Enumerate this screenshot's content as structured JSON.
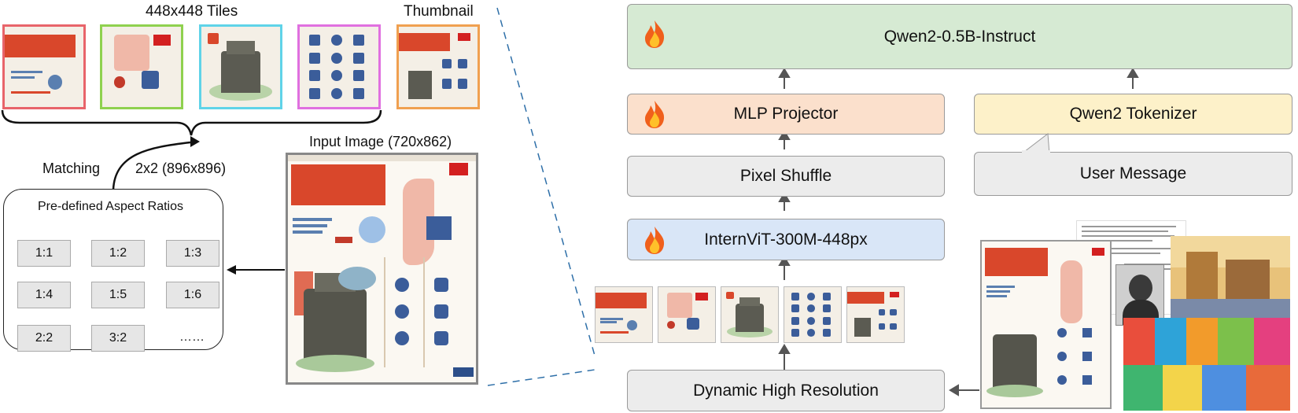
{
  "left": {
    "tiles_title": "448x448 Tiles",
    "thumbnail_title": "Thumbnail",
    "matching_label": "Matching",
    "grid_label": "2x2 (896x896)",
    "aspect_box_title": "Pre-defined Aspect Ratios",
    "aspect_ratios": [
      "1:1",
      "1:2",
      "1:3",
      "1:4",
      "1:5",
      "1:6",
      "2:2",
      "3:2",
      "……"
    ],
    "input_image_title": "Input Image (720x862)",
    "tile_border_colors": [
      "#e8646a",
      "#8fd14f",
      "#5fd3e8",
      "#e070e0",
      "#f0a050"
    ]
  },
  "right": {
    "llm_label": "Qwen2-0.5B-Instruct",
    "mlp_label": "MLP Projector",
    "tokenizer_label": "Qwen2 Tokenizer",
    "pixel_shuffle_label": "Pixel Shuffle",
    "user_message_label": "User Message",
    "vit_label": "InternViT-300M-448px",
    "dhr_label": "Dynamic High Resolution",
    "colors": {
      "llm": "#d6ead3",
      "mlp": "#fbe0cc",
      "tokenizer": "#fdf1c9",
      "gray": "#ececec",
      "vit": "#d9e6f7"
    }
  }
}
